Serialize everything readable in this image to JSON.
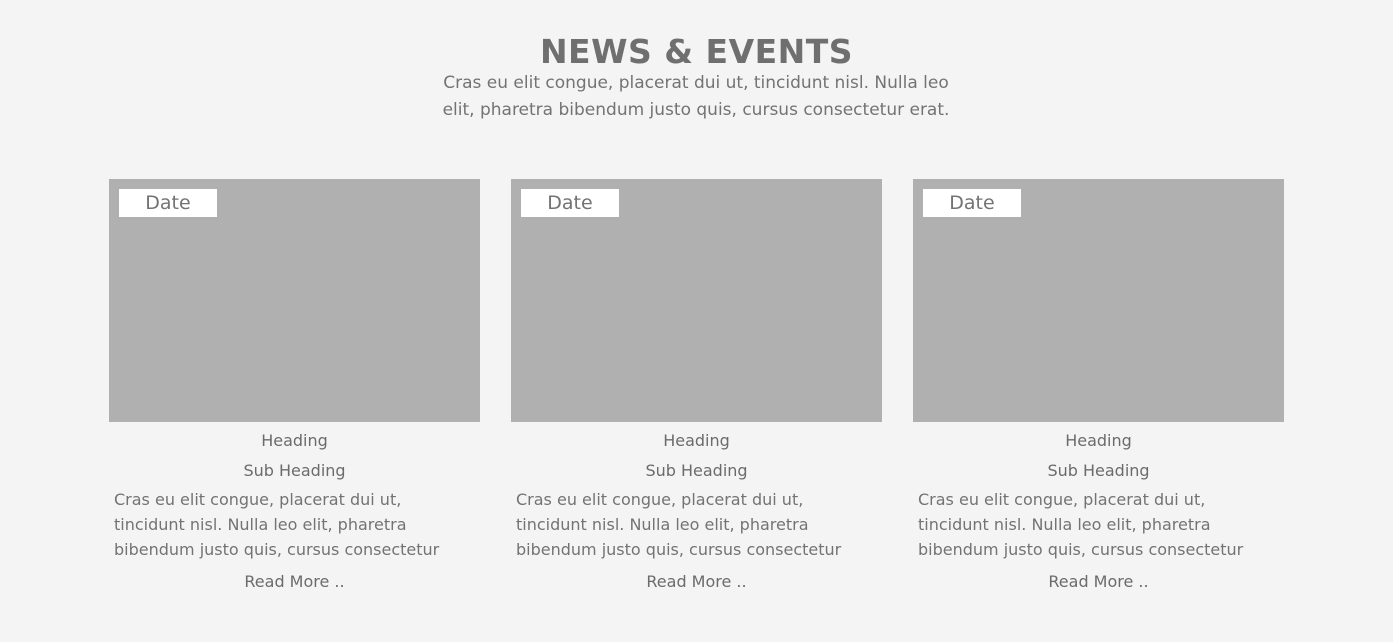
{
  "section": {
    "title": "NEWS & EVENTS",
    "intro": "Cras eu elit congue, placerat dui ut, tincidunt nisl. Nulla leo elit, pharetra bibendum justo quis, cursus consectetur erat."
  },
  "cards": [
    {
      "date": "Date",
      "heading": "Heading",
      "subheading": "Sub Heading",
      "text": "Cras eu elit congue, placerat dui ut, tincidunt nisl. Nulla leo elit, pharetra bibendum justo quis, cursus consectetur erat. Sed nec",
      "read_more": "Read More .."
    },
    {
      "date": "Date",
      "heading": "Heading",
      "subheading": "Sub Heading",
      "text": "Cras eu elit congue, placerat dui ut, tincidunt nisl. Nulla leo elit, pharetra bibendum justo quis, cursus consectetur erat. Sed nec",
      "read_more": "Read More .."
    },
    {
      "date": "Date",
      "heading": "Heading",
      "subheading": "Sub Heading",
      "text": "Cras eu elit congue, placerat dui ut, tincidunt nisl. Nulla leo elit, pharetra bibendum justo quis, cursus consectetur erat. Sed nec",
      "read_more": "Read More .."
    }
  ],
  "colors": {
    "background": "#f4f4f4",
    "image_placeholder": "#b0b0b0",
    "badge": "#ffffff",
    "text": "#6b6b6b"
  }
}
